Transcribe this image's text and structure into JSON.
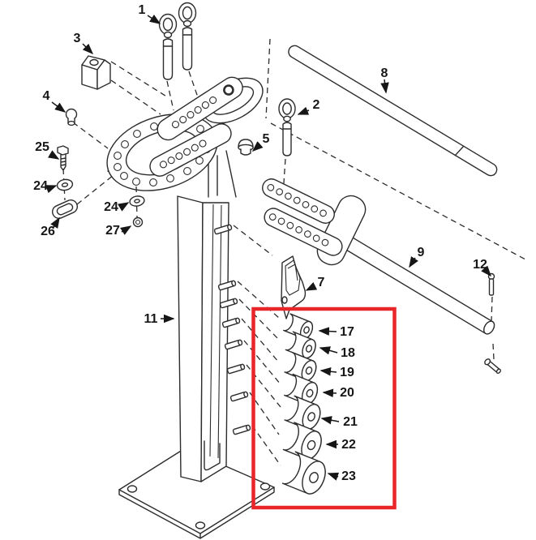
{
  "highlight": {
    "color": "#e8262a"
  },
  "labels": {
    "n1": "1",
    "n2": "2",
    "n3": "3",
    "n4": "4",
    "n5": "5",
    "n7": "7",
    "n8": "8",
    "n9": "9",
    "n11": "11",
    "n12": "12",
    "n17": "17",
    "n18": "18",
    "n19": "19",
    "n20": "20",
    "n21": "21",
    "n22": "22",
    "n23": "23",
    "n24a": "24",
    "n24b": "24",
    "n25": "25",
    "n26": "26",
    "n27": "27"
  }
}
